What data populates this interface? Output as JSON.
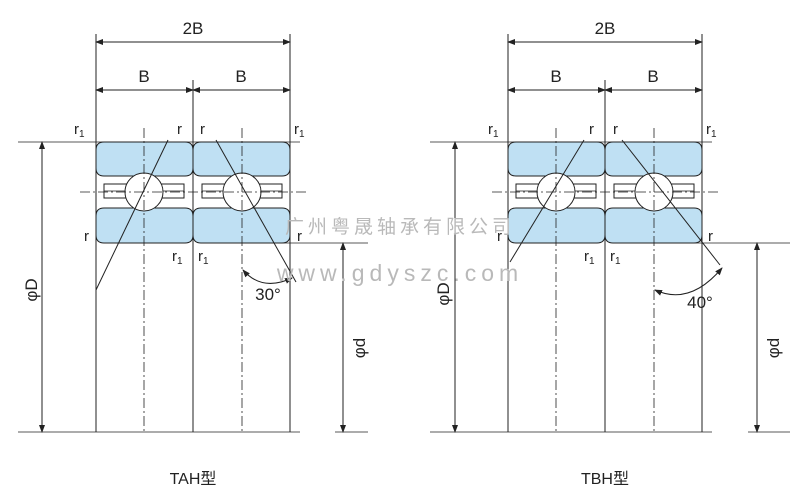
{
  "diagrams": [
    {
      "id": "tah",
      "caption": "TAH型",
      "dim_total": "2B",
      "dim_left": "B",
      "dim_right": "B",
      "outer_dia": "φD",
      "inner_dia": "φd",
      "angle": "30°",
      "r": "r",
      "r1_base": "r",
      "r1_sub": "1"
    },
    {
      "id": "tbh",
      "caption": "TBH型",
      "dim_total": "2B",
      "dim_left": "B",
      "dim_right": "B",
      "outer_dia": "φD",
      "inner_dia": "φd",
      "angle": "40°",
      "r": "r",
      "r1_base": "r",
      "r1_sub": "1"
    }
  ],
  "watermark": {
    "company": "广州粤晟轴承有限公司",
    "url": "www.gdyszc.com"
  },
  "colors": {
    "ring_fill": "#bfe0f3",
    "line": "#222222",
    "watermark": "#b9b9b9"
  }
}
